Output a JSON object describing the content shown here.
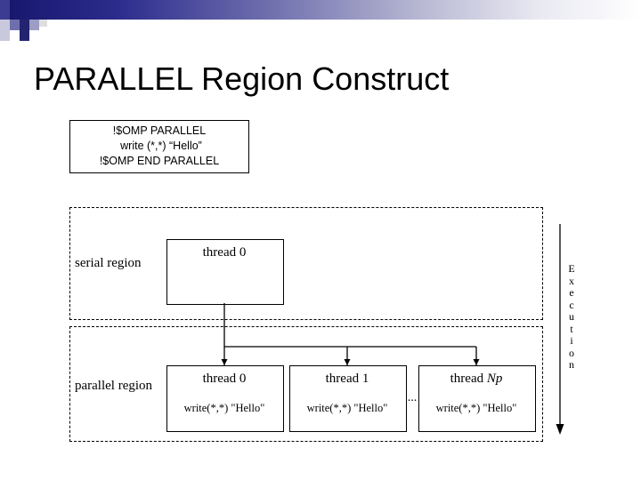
{
  "slide": {
    "title": "PARALLEL Region Construct"
  },
  "code_box": {
    "lines": [
      "!$OMP PARALLEL",
      "write (*,*) “Hello”",
      "!$OMP END PARALLEL"
    ]
  },
  "diagram": {
    "serial_region_label": "serial region",
    "parallel_region_label": "parallel region",
    "serial_thread": {
      "title": "thread 0"
    },
    "parallel_threads": [
      {
        "title": "thread 0",
        "code": "write(*,*) \"Hello\""
      },
      {
        "title": "thread 1",
        "code": "write(*,*) \"Hello\""
      },
      {
        "title_prefix": "thread ",
        "title_sub": "Np",
        "code": "write(*,*) \"Hello\""
      }
    ],
    "ellipsis": "...",
    "execution_axis_label": "Execution",
    "execution_axis_letters": [
      "E",
      "x",
      "e",
      "c",
      "u",
      "t",
      "i",
      "o",
      "n"
    ]
  },
  "colors": {
    "banner_dark": "#16166b",
    "banner_mid": "#6f6fae",
    "text": "#000000",
    "background": "#ffffff"
  }
}
